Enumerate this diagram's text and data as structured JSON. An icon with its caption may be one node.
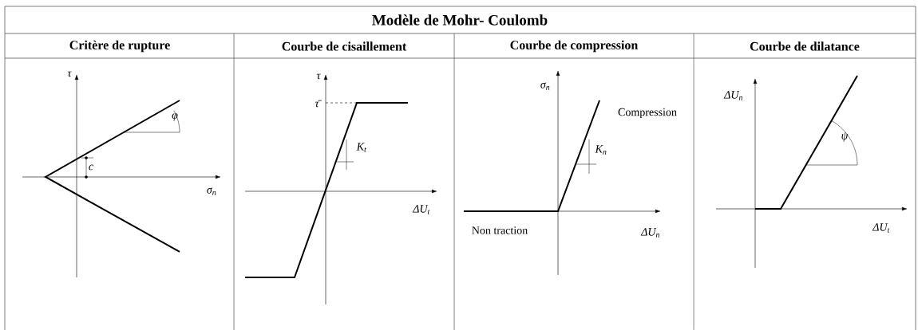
{
  "diagram": {
    "title": "Modèle de Mohr- Coulomb",
    "labels": [
      "Critère de rupture",
      "Courbe de cisaillement",
      "Courbe de compression",
      "Courbe de dilatance",
      "τ",
      "φ",
      "c",
      "σ$_{n}$",
      "τ",
      "τ̄",
      "K$_{t}$",
      "ΔU$_{t}$",
      "σ$_{n}$",
      "Compression",
      "K$_{n}$",
      "Non traction",
      "ΔU$_{n}$",
      "ΔU$_{n}$",
      "ψ",
      "ΔU$_{t}$"
    ]
  }
}
